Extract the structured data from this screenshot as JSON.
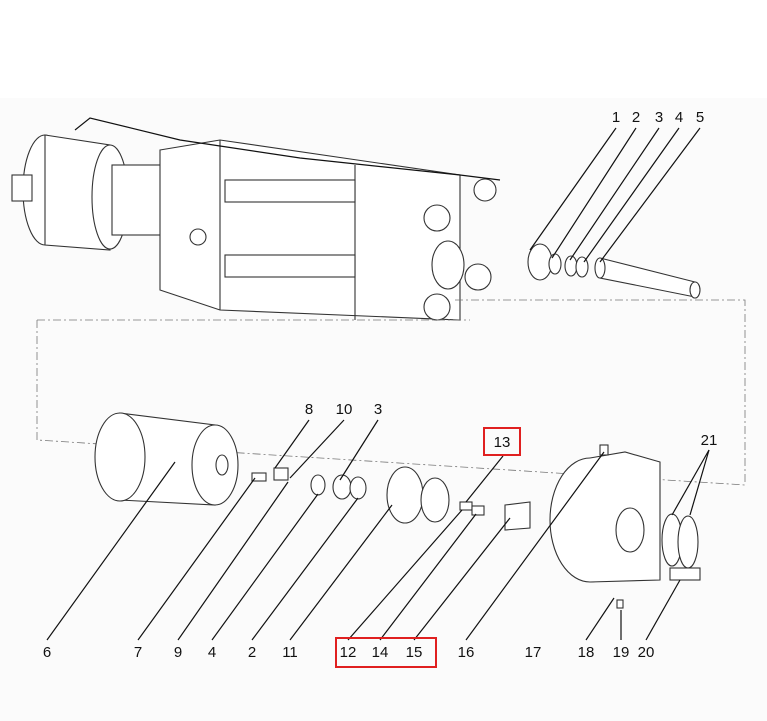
{
  "figure": {
    "highlight_color": "#e02020",
    "top_labels": [
      "1",
      "2",
      "3",
      "4",
      "5"
    ],
    "middle_labels": [
      "8",
      "10",
      "3"
    ],
    "highlighted_label": "13",
    "right_label": "21",
    "bottom_labels": [
      "6",
      "7",
      "9",
      "4",
      "2",
      "11",
      "12",
      "14",
      "15",
      "16",
      "17",
      "18",
      "19",
      "20"
    ]
  }
}
